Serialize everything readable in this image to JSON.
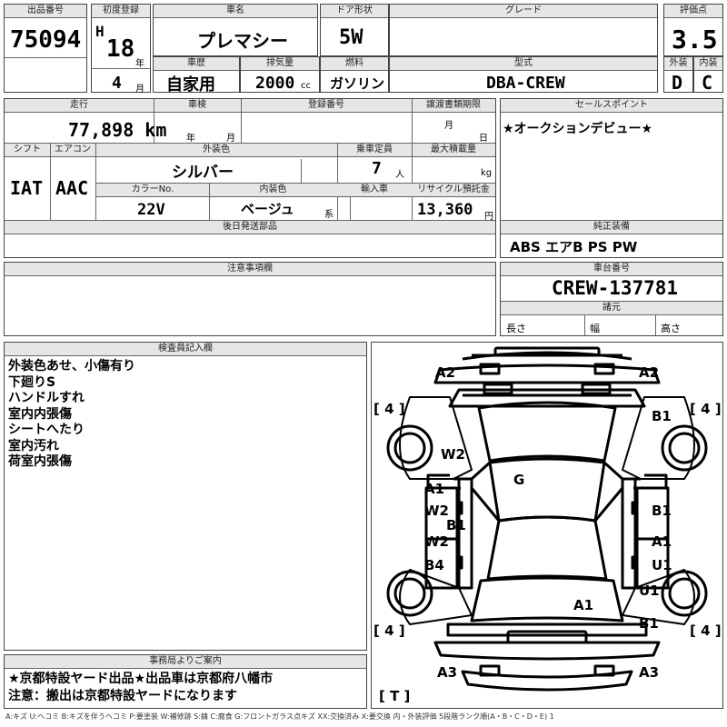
{
  "header": {
    "lot_no_label": "出品番号",
    "lot_no": "75094",
    "first_reg_label": "初度登録",
    "era": "H",
    "year": "18",
    "year_unit": "年",
    "month": "4",
    "month_unit": "月",
    "car_name_label": "車名",
    "car_name": "プレマシー",
    "door_label": "ドア形状",
    "door": "5W",
    "grade_label": "グレード",
    "grade": "",
    "score_label": "評価点",
    "score": "3.5",
    "history_label": "車歴",
    "history": "自家用",
    "displacement_label": "排気量",
    "displacement": "2000",
    "displacement_unit": "cc",
    "fuel_label": "燃料",
    "fuel": "ガソリン",
    "model_label": "型式",
    "model": "DBA-CREW",
    "exterior_label": "外装",
    "exterior": "D",
    "interior_label": "内装",
    "interior": "C"
  },
  "details": {
    "mileage_label": "走行",
    "mileage": "77,898 km",
    "inspection_label": "車検",
    "inspection_year_unit": "年",
    "inspection_month_unit": "月",
    "reg_no_label": "登録番号",
    "reg_no": "",
    "transfer_label": "譲渡書類期限",
    "transfer_month_unit": "月",
    "transfer_day_unit": "日",
    "shift_label": "シフト",
    "shift": "IAT",
    "ac_label": "エアコン",
    "ac": "AAC",
    "color_label": "外装色",
    "color": "シルバー",
    "capacity_label": "乗車定員",
    "capacity": "7",
    "capacity_unit": "人",
    "maxload_label": "最大積載量",
    "maxload_unit": "kg",
    "color_no_label": "カラーNo.",
    "color_no": "22V",
    "interior_color_label": "内装色",
    "interior_color": "ベージュ",
    "interior_color_unit": "系",
    "import_label": "輸入車",
    "recycle_label": "リサイクル預託金",
    "recycle": "13,360",
    "recycle_unit": "円",
    "later_parts_label": "後日発送部品",
    "notes_label": "注意事項欄"
  },
  "right_panel": {
    "sales_point_label": "セールスポイント",
    "sales_point": "★オークションデビュー★",
    "equipment_label": "純正装備",
    "equipment": "ABS エアB PS PW",
    "chassis_label": "車台番号",
    "chassis": "CREW-137781",
    "dimensions_label": "諸元",
    "length_label": "長さ",
    "width_label": "幅",
    "height_label": "高さ"
  },
  "inspector": {
    "label": "検査員記入欄",
    "notes": [
      "外装色あせ、小傷有り",
      "下廻りS",
      "ハンドルすれ",
      "室内内張傷",
      "シートへたり",
      "室内汚れ",
      "荷室内張傷"
    ]
  },
  "office": {
    "label": "事務局よりご案内",
    "lines": [
      "★京都特設ヤード出品★出品車は京都府八幡市",
      "注意：搬出は京都特設ヤードになります"
    ]
  },
  "diagram": {
    "marks": [
      "A2",
      "A2",
      "B1",
      "W2",
      "G",
      "A1",
      "W2",
      "B1",
      "B1",
      "W2",
      "B4",
      "A1",
      "U1",
      "U1",
      "A1",
      "B1",
      "A3",
      "A3"
    ],
    "tires": [
      "[ 4 ]",
      "[ 4 ]",
      "[ 4 ]",
      "[ 4 ]"
    ],
    "spare": "[ T ]"
  },
  "legend": "A:キズ U:ヘコミ B:キズを伴うヘコミ P:要塗装 W:補修跡 S:錆 C:腐食 G:フロントガラス点キズ XX:交換済み X:要交換 内・外装評価 5段階ランク順(A・B・C・D・E) 1"
}
